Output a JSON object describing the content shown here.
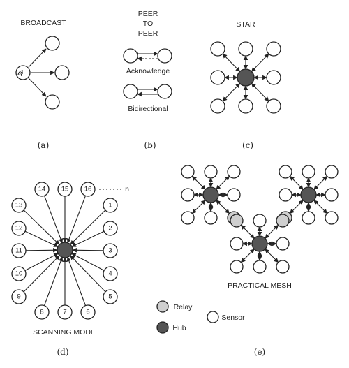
{
  "panels": {
    "a": {
      "title": "BROADCAST",
      "caption": "(a)"
    },
    "b": {
      "title_lines": [
        "PEER",
        "TO",
        "PEER"
      ],
      "label_ack": "Acknowledge",
      "label_bi": "Bidirectional",
      "caption": "(b)"
    },
    "c": {
      "title": "STAR",
      "caption": "(c)"
    },
    "d": {
      "nodes": [
        "1",
        "2",
        "3",
        "4",
        "5",
        "6",
        "7",
        "8",
        "9",
        "10",
        "11",
        "12",
        "13",
        "14",
        "15",
        "16"
      ],
      "ellipsis_label": "n",
      "title": "SCANNING MODE",
      "caption": "(d)"
    },
    "e": {
      "title": "PRACTICAL MESH",
      "caption": "(e)"
    }
  },
  "legend": {
    "relay": "Relay",
    "hub": "Hub",
    "sensor": "Sensor"
  },
  "colors": {
    "hub": "#555555",
    "relay": "#cfcfcf",
    "sensor": "#ffffff",
    "stroke": "#222222"
  }
}
